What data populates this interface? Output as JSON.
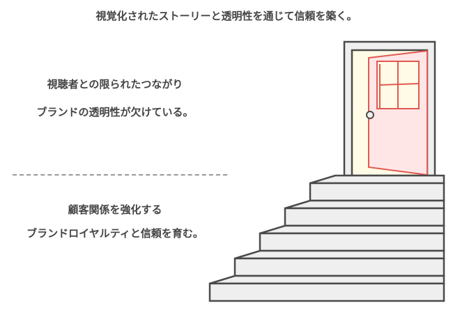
{
  "title": "視覚化されたストーリーと透明性を通じて信頼を築く。",
  "top_section": {
    "heading": "視聴者との限られたつながり",
    "body": "ブランドの透明性が欠けている。"
  },
  "bottom_section": {
    "heading": "顧客関係を強化する",
    "body": "ブランドロイヤルティと信頼を育む。"
  },
  "colors": {
    "door": "#e05a52",
    "door_fill": "#ffe6e6",
    "light": "#fffbe6",
    "step": "#efefef",
    "outline": "#4a4a4a"
  }
}
